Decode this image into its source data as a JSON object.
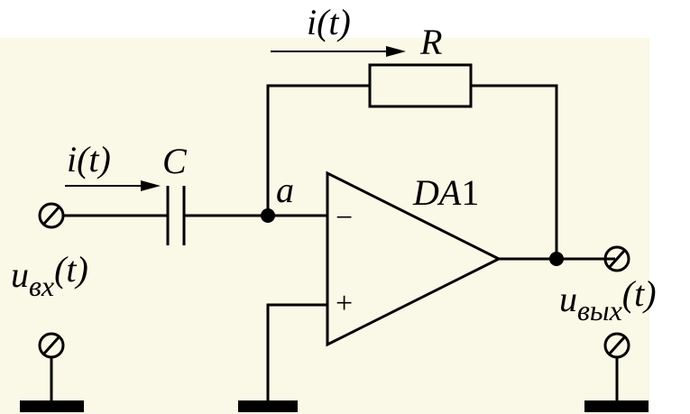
{
  "colors": {
    "background": "#faf8e6",
    "line": "#000000"
  },
  "labels": {
    "current_top": "i(t)",
    "current_left": "i(t)",
    "resistor": "R",
    "capacitor": "C",
    "node_a": "a",
    "opamp_name": "DA",
    "opamp_index": "1",
    "opamp_minus": "−",
    "opamp_plus": "+",
    "input_voltage_main": "u",
    "input_voltage_sub": "вх",
    "input_voltage_arg": "(t)",
    "output_voltage_main": "u",
    "output_voltage_sub": "вых",
    "output_voltage_arg": "(t)"
  },
  "icons": {
    "terminal": "terminal-icon",
    "ground": "ground-icon",
    "junction": "junction-dot-icon",
    "arrow": "arrow-icon"
  }
}
